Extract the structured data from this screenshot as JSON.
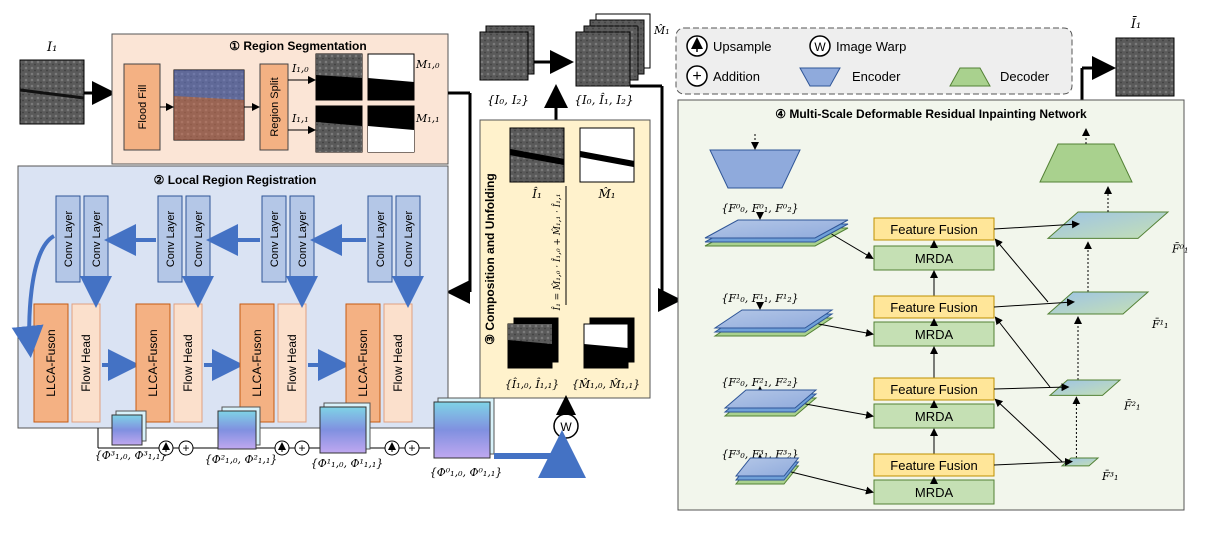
{
  "inputs": {
    "i1": "I₁",
    "output": "Ī₁"
  },
  "segmentation": {
    "title": "① Region Segmentation",
    "flood_fill": "Flood Fill",
    "region_split": "Region Split",
    "i10": "I₁,₀",
    "i11": "I₁,₁",
    "m10": "M₁,₀",
    "m11": "M₁,₁"
  },
  "registration": {
    "title": "② Local Region Registration",
    "conv_layer": "Conv Layer",
    "llca": "LLCA-Fuson",
    "flow_head": "Flow Head",
    "flows": [
      "{Φ³₁,₀, Φ³₁,₁}",
      "{Φ²₁,₀, Φ²₁,₁}",
      "{Φ¹₁,₀, Φ¹₁,₁}",
      "{Φ⁰₁,₀, Φ⁰₁,₁}"
    ]
  },
  "composition": {
    "title": "③ Composition and Unfolding",
    "formula": "Î₁ = M̂₁,₀ · Î₁,₀ + M̂₁,₁ · Î₁,₁",
    "i1_hat": "Î₁",
    "m1_hat": "M̂₁",
    "pairs": "{Î₁,₀, Î₁,₁}",
    "mask_pairs": "{M̂₁,₀, M̂₁,₁}"
  },
  "frames": {
    "pair": "{I₀, I₂}",
    "triple": "{I₀, Î₁, I₂}",
    "m1_hat": "M̂₁"
  },
  "legend": {
    "upsample": "Upsample",
    "warp": "Image Warp",
    "addition": "Addition",
    "encoder": "Encoder",
    "decoder": "Decoder",
    "w": "W"
  },
  "inpainting": {
    "title": "④ Multi-Scale Deformable Residual Inpainting Network",
    "feature_fusion": "Feature Fusion",
    "mrda": "MRDA",
    "levels": [
      "{F⁰₀, F⁰₁, F⁰₂}",
      "{F¹₀, F¹₁, F¹₂}",
      "{F²₀, F²₁, F²₂}",
      "{F³₀, F³₁, F³₂}"
    ],
    "outs": [
      "F̄⁰₁",
      "F̄¹₁",
      "F̄²₁",
      "F̄³₁"
    ]
  },
  "colors": {
    "seg_bg": "#fbe5d6",
    "reg_bg": "#dae3f3",
    "comp_bg": "#fff2cc",
    "inp_bg": "#f2f6ec",
    "conv": "#b4c7e7",
    "llca": "#f4b183",
    "fusion": "#ffe699",
    "mrda": "#c5e0b4"
  }
}
